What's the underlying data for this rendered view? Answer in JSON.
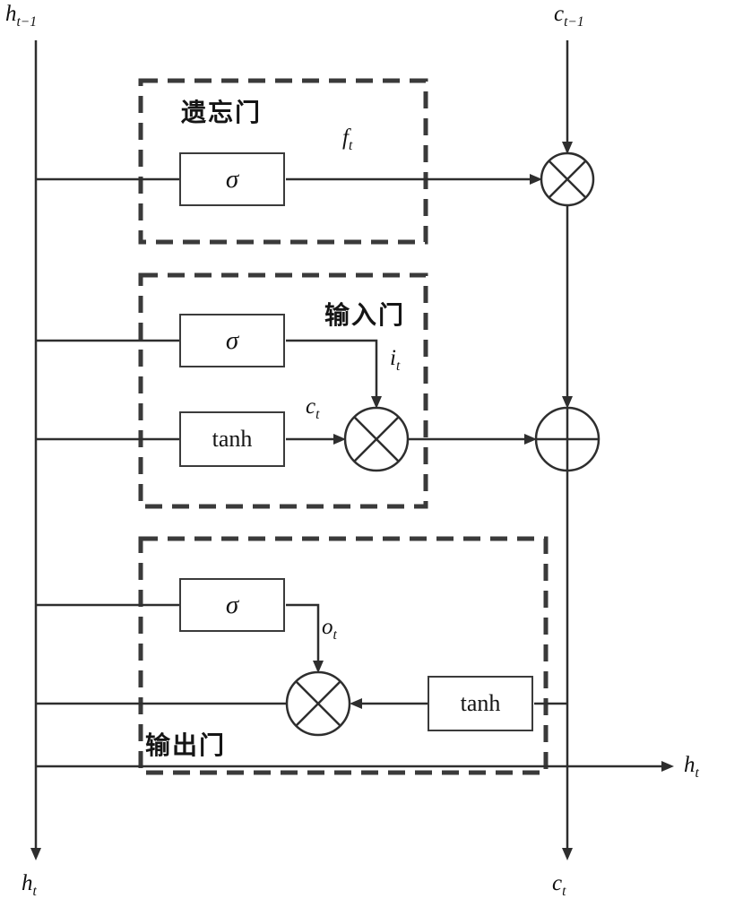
{
  "diagram": {
    "type": "lstm-cell-diagram",
    "inputs": {
      "h_prev": {
        "base": "h",
        "sub": "t−1"
      },
      "c_prev": {
        "base": "c",
        "sub": "t−1"
      }
    },
    "outputs": {
      "h_right": {
        "base": "h",
        "sub": "t"
      },
      "h_bottom": {
        "base": "h",
        "sub": "t"
      },
      "c_bottom": {
        "base": "c",
        "sub": "t"
      }
    },
    "gates": {
      "forget": {
        "label": "遗忘门",
        "sigma": "σ",
        "signal": {
          "base": "f",
          "sub": "t"
        }
      },
      "input": {
        "label": "输入门",
        "sigma": "σ",
        "tanh": "tanh",
        "sigma_signal": {
          "base": "i",
          "sub": "t"
        },
        "tanh_signal": {
          "base": "c",
          "sub": "t"
        }
      },
      "output": {
        "label": "输出门",
        "sigma": "σ",
        "tanh": "tanh",
        "sigma_signal": {
          "base": "o",
          "sub": "t"
        }
      }
    },
    "operators": {
      "multiply": "⊗",
      "add": "⊕"
    },
    "colors": {
      "line": "#2e2e2e",
      "dashed_box": "#3a3a3a",
      "background": "#ffffff"
    }
  }
}
